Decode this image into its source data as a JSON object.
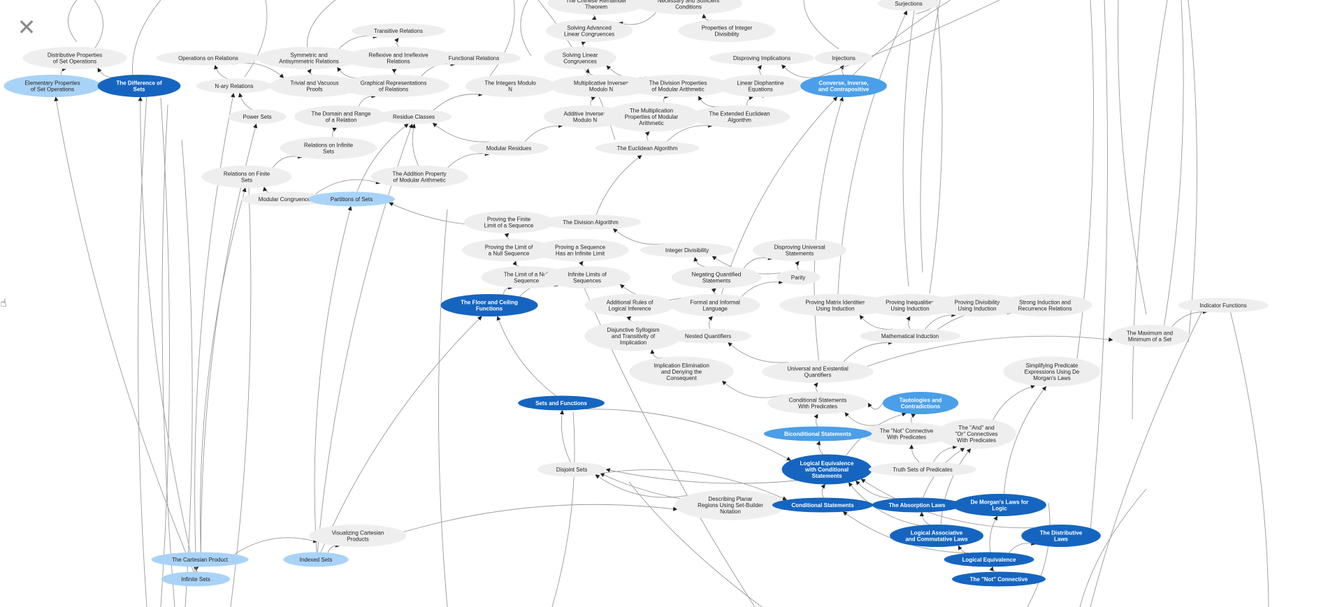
{
  "toolbar": {
    "close_icon": "close-icon",
    "close_glyph": "✕"
  },
  "cursor": {
    "icon": "hand-pointer-icon",
    "glyph": "☝"
  },
  "colors": {
    "node_default": "#eeeeee",
    "node_light": "#a9d3f6",
    "node_medium": "#4a9fe8",
    "node_dark": "#1565c0",
    "edge": "#9a9a9a",
    "text_default": "#222222",
    "text_on_dark": "#ffffff"
  },
  "nodes": [
    {
      "id": "chinese-remainder",
      "label": [
        "The Chinese Remainder",
        "Theorem"
      ],
      "style": "default"
    },
    {
      "id": "necessary-sufficient",
      "label": [
        "Necessary and Sufficient",
        "Conditions"
      ],
      "style": "default"
    },
    {
      "id": "surjections",
      "label": [
        "Surjections"
      ],
      "style": "default"
    },
    {
      "id": "transitive-relations",
      "label": [
        "Transitive Relations"
      ],
      "style": "default"
    },
    {
      "id": "solving-advanced-congruences",
      "label": [
        "Solving Advanced",
        "Linear Congruences"
      ],
      "style": "default"
    },
    {
      "id": "properties-integer-divisibility",
      "label": [
        "Properties of Integer",
        "Divisibility"
      ],
      "style": "default"
    },
    {
      "id": "distributive-set-operations",
      "label": [
        "Distributive Properties",
        "of Set Operations"
      ],
      "style": "default"
    },
    {
      "id": "operations-relations",
      "label": [
        "Operations on Relations"
      ],
      "style": "default"
    },
    {
      "id": "symmetric-antisymmetric",
      "label": [
        "Symmetric and",
        "Antisymmetric Relations"
      ],
      "style": "default"
    },
    {
      "id": "reflexive-irreflexive",
      "label": [
        "Reflexive and Irreflexive",
        "Relations"
      ],
      "style": "default"
    },
    {
      "id": "functional-relations",
      "label": [
        "Functional Relations"
      ],
      "style": "default"
    },
    {
      "id": "solving-linear-congruences",
      "label": [
        "Solving Linear",
        "Congruences"
      ],
      "style": "default"
    },
    {
      "id": "disproving-implications",
      "label": [
        "Disproving Implications"
      ],
      "style": "default"
    },
    {
      "id": "injections",
      "label": [
        "Injections"
      ],
      "style": "default"
    },
    {
      "id": "elementary-set-operations",
      "label": [
        "Elementary Properties",
        "of Set Operations"
      ],
      "style": "light"
    },
    {
      "id": "difference-of-sets",
      "label": [
        "The Difference of",
        "Sets"
      ],
      "style": "dark"
    },
    {
      "id": "n-ary-relations",
      "label": [
        "N-ary Relations"
      ],
      "style": "default"
    },
    {
      "id": "trivial-vacuous",
      "label": [
        "Trivial and Vacuous",
        "Proofs"
      ],
      "style": "default"
    },
    {
      "id": "graphical-representations",
      "label": [
        "Graphical Representations",
        "of Relations"
      ],
      "style": "default"
    },
    {
      "id": "integers-modulo-n",
      "label": [
        "The Integers Modulo",
        "N"
      ],
      "style": "default"
    },
    {
      "id": "multiplicative-inverses",
      "label": [
        "Multiplicative Inverses",
        "Modulo N"
      ],
      "style": "default"
    },
    {
      "id": "division-properties",
      "label": [
        "The Division Properties",
        "of Modular Arithmetic"
      ],
      "style": "default"
    },
    {
      "id": "linear-diophantine",
      "label": [
        "Linear Diophantine",
        "Equations"
      ],
      "style": "default"
    },
    {
      "id": "converse-inverse",
      "label": [
        "Converse, Inverse,",
        "and Contrapositive"
      ],
      "style": "medium"
    },
    {
      "id": "power-sets",
      "label": [
        "Power Sets"
      ],
      "style": "default"
    },
    {
      "id": "domain-range",
      "label": [
        "The Domain and Range",
        "of a Relation"
      ],
      "style": "default"
    },
    {
      "id": "residue-classes",
      "label": [
        "Residue Classes"
      ],
      "style": "default"
    },
    {
      "id": "additive-inverses",
      "label": [
        "Additive Inverses",
        "Modulo N"
      ],
      "style": "default"
    },
    {
      "id": "multiplication-properties",
      "label": [
        "The Multiplication",
        "Properties of Modular",
        "Arithmetic"
      ],
      "style": "default"
    },
    {
      "id": "extended-euclidean",
      "label": [
        "The Extended Euclidean",
        "Algorithm"
      ],
      "style": "default"
    },
    {
      "id": "relations-infinite-sets",
      "label": [
        "Relations on Infinite",
        "Sets"
      ],
      "style": "default"
    },
    {
      "id": "modular-residues",
      "label": [
        "Modular Residues"
      ],
      "style": "default"
    },
    {
      "id": "euclidean-algorithm",
      "label": [
        "The Euclidean Algorithm"
      ],
      "style": "default"
    },
    {
      "id": "relations-finite-sets",
      "label": [
        "Relations on Finite",
        "Sets"
      ],
      "style": "default"
    },
    {
      "id": "addition-property",
      "label": [
        "The Addition Property",
        "of Modular Arithmetic"
      ],
      "style": "default"
    },
    {
      "id": "modular-congruence",
      "label": [
        "Modular Congruence"
      ],
      "style": "default"
    },
    {
      "id": "partitions-of-sets",
      "label": [
        "Partitions of Sets"
      ],
      "style": "light"
    },
    {
      "id": "proving-finite-limit",
      "label": [
        "Proving the Finite",
        "Limit of a Sequence"
      ],
      "style": "default"
    },
    {
      "id": "division-algorithm",
      "label": [
        "The Division Algorithm"
      ],
      "style": "default"
    },
    {
      "id": "proving-limit-null",
      "label": [
        "Proving the Limit of",
        "a Null Sequence"
      ],
      "style": "default"
    },
    {
      "id": "proving-infinite-limit",
      "label": [
        "Proving a Sequence",
        "Has an Infinite Limit"
      ],
      "style": "default"
    },
    {
      "id": "integer-divisibility",
      "label": [
        "Integer Divisibility"
      ],
      "style": "default"
    },
    {
      "id": "disproving-universal",
      "label": [
        "Disproving Universal",
        "Statements"
      ],
      "style": "default"
    },
    {
      "id": "limit-null-sequence",
      "label": [
        "The Limit of a Null",
        "Sequence"
      ],
      "style": "default"
    },
    {
      "id": "infinite-limits",
      "label": [
        "Infinite Limits of",
        "Sequences"
      ],
      "style": "default"
    },
    {
      "id": "negating-quantified",
      "label": [
        "Negating Quantified",
        "Statements"
      ],
      "style": "default"
    },
    {
      "id": "parity",
      "label": [
        "Parity"
      ],
      "style": "default"
    },
    {
      "id": "floor-ceiling",
      "label": [
        "The Floor and Ceiling",
        "Functions"
      ],
      "style": "dark"
    },
    {
      "id": "additional-rules",
      "label": [
        "Additional Rules of",
        "Logical Inference"
      ],
      "style": "default"
    },
    {
      "id": "formal-informal",
      "label": [
        "Formal and Informal",
        "Language"
      ],
      "style": "default"
    },
    {
      "id": "proving-matrix",
      "label": [
        "Proving Matrix Identities",
        "Using Induction"
      ],
      "style": "default"
    },
    {
      "id": "proving-inequalities",
      "label": [
        "Proving Inequalities",
        "Using Induction"
      ],
      "style": "default"
    },
    {
      "id": "proving-divisibility",
      "label": [
        "Proving Divisibility",
        "Using Induction"
      ],
      "style": "default"
    },
    {
      "id": "strong-induction",
      "label": [
        "Strong Induction and",
        "Recurrence Relations"
      ],
      "style": "default"
    },
    {
      "id": "indicator-functions",
      "label": [
        "Indicator Functions"
      ],
      "style": "default"
    },
    {
      "id": "disjunctive-syllogism",
      "label": [
        "Disjunctive Syllogism",
        "and Transitivity of",
        "Implication"
      ],
      "style": "default"
    },
    {
      "id": "nested-quantifiers",
      "label": [
        "Nested Quantifiers"
      ],
      "style": "default"
    },
    {
      "id": "mathematical-induction",
      "label": [
        "Mathematical Induction"
      ],
      "style": "default"
    },
    {
      "id": "max-min-set",
      "label": [
        "The Maximum and",
        "Minimum of a Set"
      ],
      "style": "default"
    },
    {
      "id": "implication-elimination",
      "label": [
        "Implication Elimination",
        "and Denying the",
        "Consequent"
      ],
      "style": "default"
    },
    {
      "id": "universal-existential",
      "label": [
        "Universal and Existential",
        "Quantifiers"
      ],
      "style": "default"
    },
    {
      "id": "simplifying-predicate",
      "label": [
        "Simplifying Predicate",
        "Expressions Using De",
        "Morgan's Laws"
      ],
      "style": "default"
    },
    {
      "id": "conditional-predicates",
      "label": [
        "Conditional Statements",
        "With Predicates"
      ],
      "style": "default"
    },
    {
      "id": "tautologies",
      "label": [
        "Tautologies and",
        "Contradictions"
      ],
      "style": "medium"
    },
    {
      "id": "sets-functions",
      "label": [
        "Sets and Functions"
      ],
      "style": "dark"
    },
    {
      "id": "not-connective-predicates",
      "label": [
        "The \"Not\" Connective",
        "With Predicates"
      ],
      "style": "default"
    },
    {
      "id": "and-or-predicates",
      "label": [
        "The \"And\" and",
        "\"Or\" Connectives",
        "With Predicates"
      ],
      "style": "default"
    },
    {
      "id": "biconditional",
      "label": [
        "Biconditional Statements"
      ],
      "style": "medium"
    },
    {
      "id": "logical-equiv-conditional",
      "label": [
        "Logical Equivalence",
        "with Conditional",
        "Statements"
      ],
      "style": "dark"
    },
    {
      "id": "disjoint-sets",
      "label": [
        "Disjoint Sets"
      ],
      "style": "default"
    },
    {
      "id": "truth-sets",
      "label": [
        "Truth Sets of Predicates"
      ],
      "style": "default"
    },
    {
      "id": "describing-planar",
      "label": [
        "Describing Planar",
        "Regions Using Set-Builder",
        "Notation"
      ],
      "style": "default"
    },
    {
      "id": "conditional-statements",
      "label": [
        "Conditional Statements"
      ],
      "style": "dark"
    },
    {
      "id": "absorption-laws",
      "label": [
        "The Absorption Laws"
      ],
      "style": "dark"
    },
    {
      "id": "de-morgans-logic",
      "label": [
        "De Morgan's Laws for",
        "Logic"
      ],
      "style": "dark"
    },
    {
      "id": "visualizing-cartesian",
      "label": [
        "Visualizing Cartesian",
        "Products"
      ],
      "style": "default"
    },
    {
      "id": "logical-associative",
      "label": [
        "Logical Associative",
        "and Commutative Laws"
      ],
      "style": "dark"
    },
    {
      "id": "distributive-laws",
      "label": [
        "The Distributive",
        "Laws"
      ],
      "style": "dark"
    },
    {
      "id": "cartesian-product",
      "label": [
        "The Cartesian Product"
      ],
      "style": "light"
    },
    {
      "id": "indexed-sets",
      "label": [
        "Indexed Sets"
      ],
      "style": "light"
    },
    {
      "id": "logical-equivalence",
      "label": [
        "Logical Equivalence"
      ],
      "style": "dark"
    },
    {
      "id": "infinite-sets",
      "label": [
        "Infinite Sets"
      ],
      "style": "light"
    },
    {
      "id": "not-connective",
      "label": [
        "The \"Not\" Connective"
      ],
      "style": "dark"
    }
  ]
}
